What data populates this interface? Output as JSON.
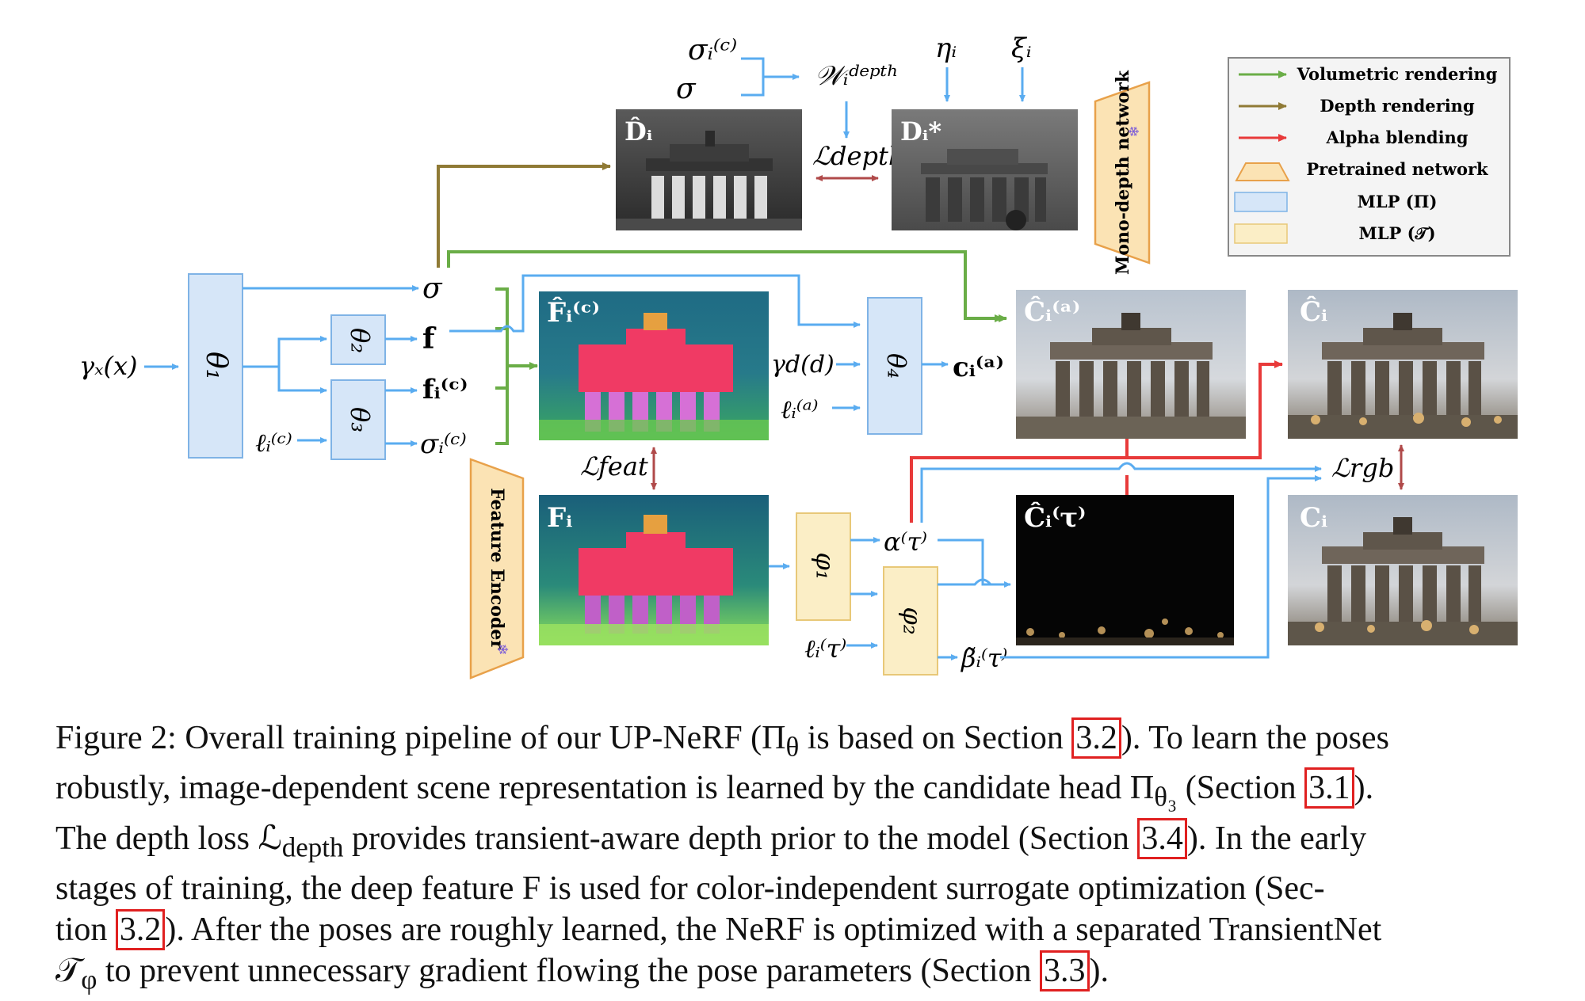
{
  "colors": {
    "blue_arrow": "#5aacf0",
    "green_arrow": "#6aad47",
    "olive_arrow": "#8f7a35",
    "red_arrow": "#e83a3a",
    "loss_arrow": "#b04a4a",
    "mlp_pi": "#d6e6f8",
    "mlp_t": "#fbeec6",
    "pretrained": "#fbe3b4"
  },
  "legend": {
    "volumetric": "Volumetric rendering",
    "depth": "Depth rendering",
    "alpha": "Alpha blending",
    "pretrained": "Pretrained network",
    "mlp_pi": "MLP (Π)",
    "mlp_t": "MLP (𝒯)"
  },
  "nodes": {
    "theta1": "θ₁",
    "theta2": "θ₂",
    "theta3": "θ₃",
    "theta4": "θ₄",
    "phi1": "φ₁",
    "phi2": "φ₂",
    "input": "γₓ(x)",
    "sigma": "σ",
    "f": "f",
    "f_c": "fᵢ⁽ᶜ⁾",
    "sigma_c": "σᵢ⁽ᶜ⁾",
    "ell_c": "ℓᵢ⁽ᶜ⁾",
    "gamma_d": "γd(d)",
    "ell_a": "ℓᵢ⁽ᵃ⁾",
    "c_a": "cᵢ⁽ᵃ⁾",
    "alpha_t": "α⁽τ⁾",
    "ell_t": "ℓᵢ⁽τ⁾",
    "beta_t": "β̃ᵢ⁽τ⁾",
    "sigma_ci_top": "σᵢ⁽ᶜ⁾",
    "sigma_top": "σ",
    "w_depth": "𝒲ᵢᵈᵉᵖᵗʰ",
    "eta": "ηᵢ",
    "xi": "ξᵢ",
    "l_depth": "ℒdepth",
    "l_feat": "ℒfeat",
    "l_rgb": "ℒrgb",
    "mono_depth": "Mono-depth network",
    "feature_encoder": "Feature Encoder"
  },
  "images": {
    "d_hat": "D̂ᵢ",
    "d_star": "Dᵢ*",
    "f_hat": "F̂ᵢ⁽ᶜ⁾",
    "f_i": "Fᵢ",
    "c_hat_a": "Ĉᵢ⁽ᵃ⁾",
    "c_hat": "Ĉᵢ",
    "c_hat_t": "Ĉᵢ⁽τ⁾",
    "c_i": "Cᵢ"
  },
  "caption": {
    "l1a": "Figure 2: Overall training pipeline of our UP-NeRF (Π",
    "l1b": "θ",
    "l1c": " is based on Section ",
    "r1": "3.2",
    "l1d": "). To learn the poses",
    "l2a": "robustly, image-dependent scene representation is learned by the candidate head Π",
    "l2b": "θ₃",
    "l2c": " (Section ",
    "r2": "3.1",
    "l2d": ").",
    "l3a": "The depth loss ℒ",
    "l3b": "depth",
    "l3c": " provides transient-aware depth prior to the model (Section ",
    "r3": "3.4",
    "l3d": "). In the early",
    "l4": "stages of training, the deep feature F is used for color-independent surrogate optimization (Sec-",
    "l5a": "tion ",
    "r4": "3.2",
    "l5b": "). After the poses are roughly learned, the NeRF is optimized with a separated TransientNet",
    "l6a": "𝒯",
    "l6b": "φ",
    "l6c": " to prevent unnecessary gradient flowing the pose parameters (Section ",
    "r5": "3.3",
    "l6d": ")."
  }
}
